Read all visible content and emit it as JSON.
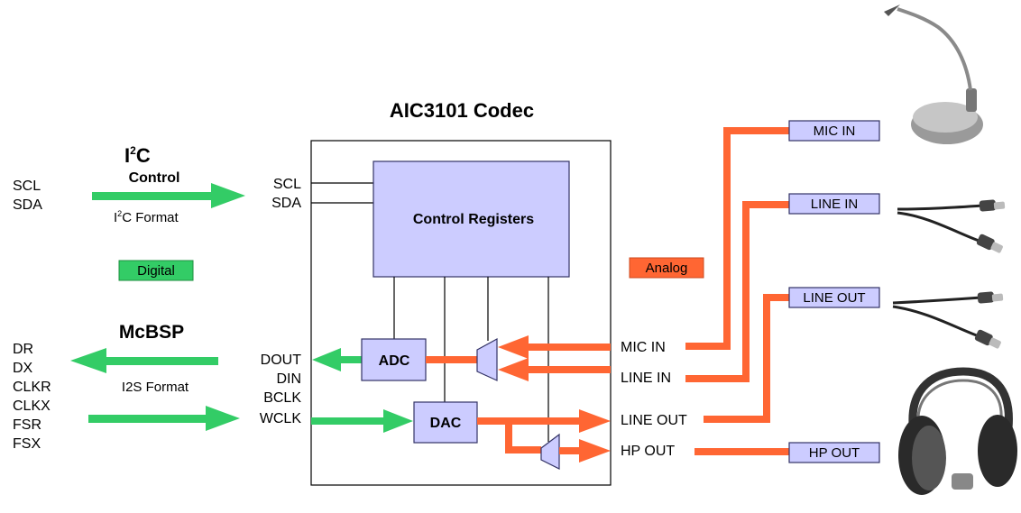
{
  "title": "AIC3101 Codec",
  "left_top": {
    "pins": [
      "SCL",
      "SDA"
    ],
    "i2c_header_main": "I",
    "i2c_header_sup": "2",
    "i2c_header_tail": "C",
    "control_label": "Control",
    "format_main": "I",
    "format_sup": "2",
    "format_tail": "C Format"
  },
  "digital_badge": "Digital",
  "analog_badge": "Analog",
  "left_bottom": {
    "header": "McBSP",
    "pins": [
      "DR",
      "DX",
      "CLKR",
      "CLKX",
      "FSR",
      "FSX"
    ],
    "format": "I2S Format"
  },
  "codec": {
    "left_pins_top": [
      "SCL",
      "SDA"
    ],
    "left_pins_bottom": [
      "DOUT",
      "DIN",
      "BCLK",
      "WCLK"
    ],
    "control_registers": "Control Registers",
    "adc": "ADC",
    "dac": "DAC",
    "right_pins": [
      "MIC IN",
      "LINE IN",
      "LINE OUT",
      "HP OUT"
    ]
  },
  "ports": [
    "MIC IN",
    "LINE IN",
    "LINE OUT",
    "HP OUT"
  ],
  "colors": {
    "digital_green": "#33cc66",
    "analog_orange": "#ff6633",
    "block_fill": "#ccccff",
    "block_stroke": "#333366",
    "port_fill": "#ccccff"
  },
  "devices": [
    "microphone-icon",
    "rca-cable-icon",
    "rca-cable-icon",
    "headphones-icon"
  ]
}
